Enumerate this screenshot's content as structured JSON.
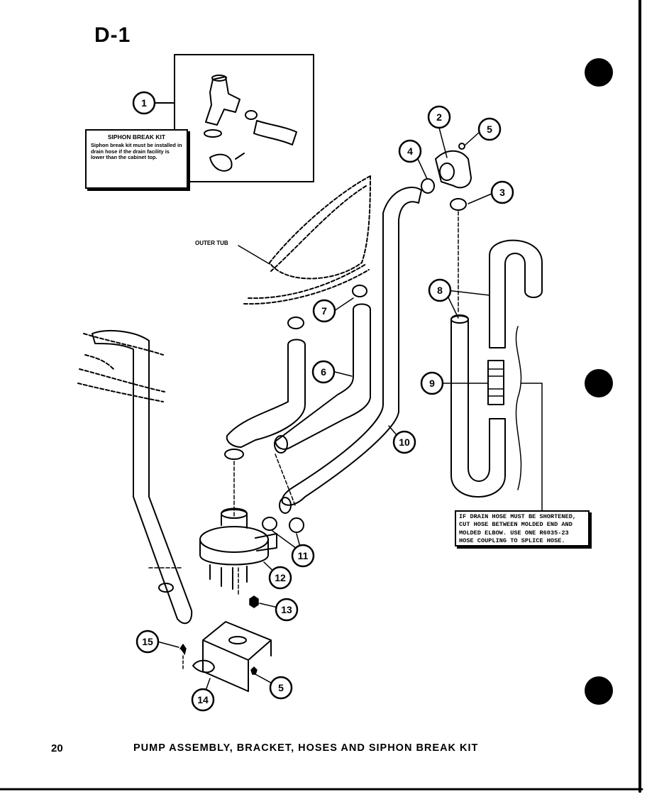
{
  "page_id": "D-1",
  "page_number": "20",
  "caption": "PUMP ASSEMBLY, BRACKET, HOSES AND SIPHON BREAK KIT",
  "outer_tub_label": "OUTER TUB",
  "siphon_note": {
    "title": "SIPHON BREAK KIT",
    "body": "Siphon break kit must be installed in drain hose if the drain facility is lower than the cabinet top."
  },
  "shorten_note": "IF DRAIN HOSE MUST BE SHORTENED, CUT HOSE BETWEEN MOLDED END AND MOLDED ELBOW. USE ONE R6035-23 HOSE COUPLING TO SPLICE HOSE.",
  "callouts": {
    "c1": "1",
    "c2": "2",
    "c3": "3",
    "c4": "4",
    "c5a": "5",
    "c5b": "5",
    "c6": "6",
    "c7": "7",
    "c8": "8",
    "c9": "9",
    "c10": "10",
    "c11": "11",
    "c12": "12",
    "c13": "13",
    "c14": "14",
    "c15": "15"
  },
  "colors": {
    "ink": "#000000",
    "paper": "#ffffff"
  }
}
